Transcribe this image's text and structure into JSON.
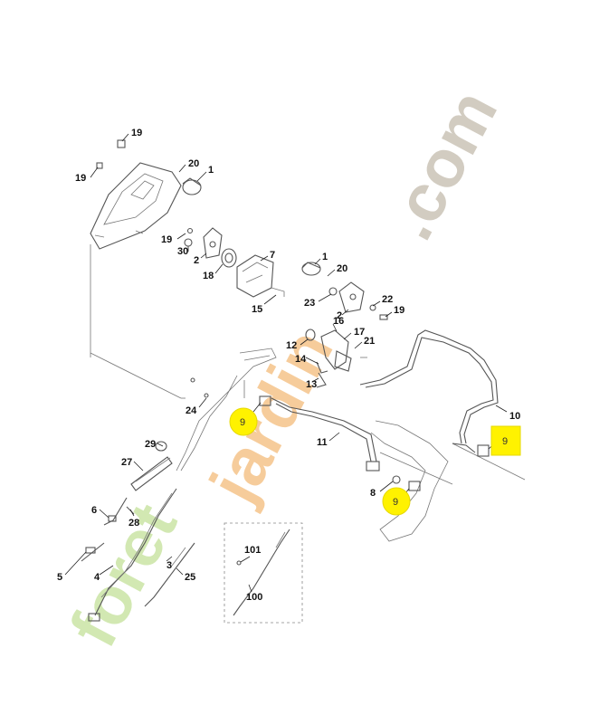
{
  "diagram": {
    "callouts": [
      {
        "id": "c19a",
        "text": "19"
      },
      {
        "id": "c19b",
        "text": "19"
      },
      {
        "id": "c20a",
        "text": "20"
      },
      {
        "id": "c1a",
        "text": "1"
      },
      {
        "id": "c19c",
        "text": "19"
      },
      {
        "id": "c30",
        "text": "30"
      },
      {
        "id": "c2a",
        "text": "2"
      },
      {
        "id": "c18",
        "text": "18"
      },
      {
        "id": "c7",
        "text": "7"
      },
      {
        "id": "c15",
        "text": "15"
      },
      {
        "id": "c1b",
        "text": "1"
      },
      {
        "id": "c20b",
        "text": "20"
      },
      {
        "id": "c23",
        "text": "23"
      },
      {
        "id": "c22",
        "text": "22"
      },
      {
        "id": "c2b",
        "text": "2"
      },
      {
        "id": "c19d",
        "text": "19"
      },
      {
        "id": "c16",
        "text": "16"
      },
      {
        "id": "c12",
        "text": "12"
      },
      {
        "id": "c17",
        "text": "17"
      },
      {
        "id": "c21",
        "text": "21"
      },
      {
        "id": "c14",
        "text": "14"
      },
      {
        "id": "c13",
        "text": "13"
      },
      {
        "id": "c24",
        "text": "24"
      },
      {
        "id": "c10",
        "text": "10"
      },
      {
        "id": "c11",
        "text": "11"
      },
      {
        "id": "c29",
        "text": "29"
      },
      {
        "id": "c27",
        "text": "27"
      },
      {
        "id": "c8",
        "text": "8"
      },
      {
        "id": "c6",
        "text": "6"
      },
      {
        "id": "c28",
        "text": "28"
      },
      {
        "id": "c101",
        "text": "101"
      },
      {
        "id": "c3",
        "text": "3"
      },
      {
        "id": "c5",
        "text": "5"
      },
      {
        "id": "c4",
        "text": "4"
      },
      {
        "id": "c25",
        "text": "25"
      },
      {
        "id": "c100",
        "text": "100"
      }
    ],
    "highlights": [
      {
        "id": "h1",
        "text": "9",
        "color": "#fff200"
      },
      {
        "id": "h2",
        "text": "9",
        "color": "#fff200"
      },
      {
        "id": "h3",
        "text": "9",
        "color": "#fff200"
      }
    ]
  },
  "watermark": {
    "part1": "foret",
    "part2": "jardin",
    "part3": ".com",
    "colors": {
      "green": "#c7e3a0",
      "orange": "#f5c48a",
      "grey": "#c8c0b2"
    }
  }
}
